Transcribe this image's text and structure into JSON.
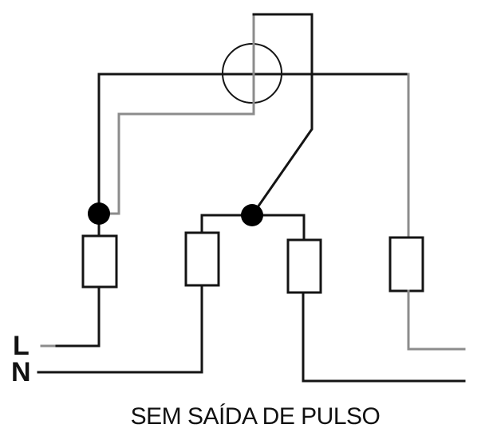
{
  "diagram": {
    "terminals": {
      "line": "L",
      "neutral": "N"
    },
    "caption": "SEM SAÍDA DE PULSO"
  },
  "colors": {
    "background": "#ffffff",
    "wire_dark": "#141414",
    "wire_gray": "#8c8c8c",
    "node": "#000000"
  }
}
